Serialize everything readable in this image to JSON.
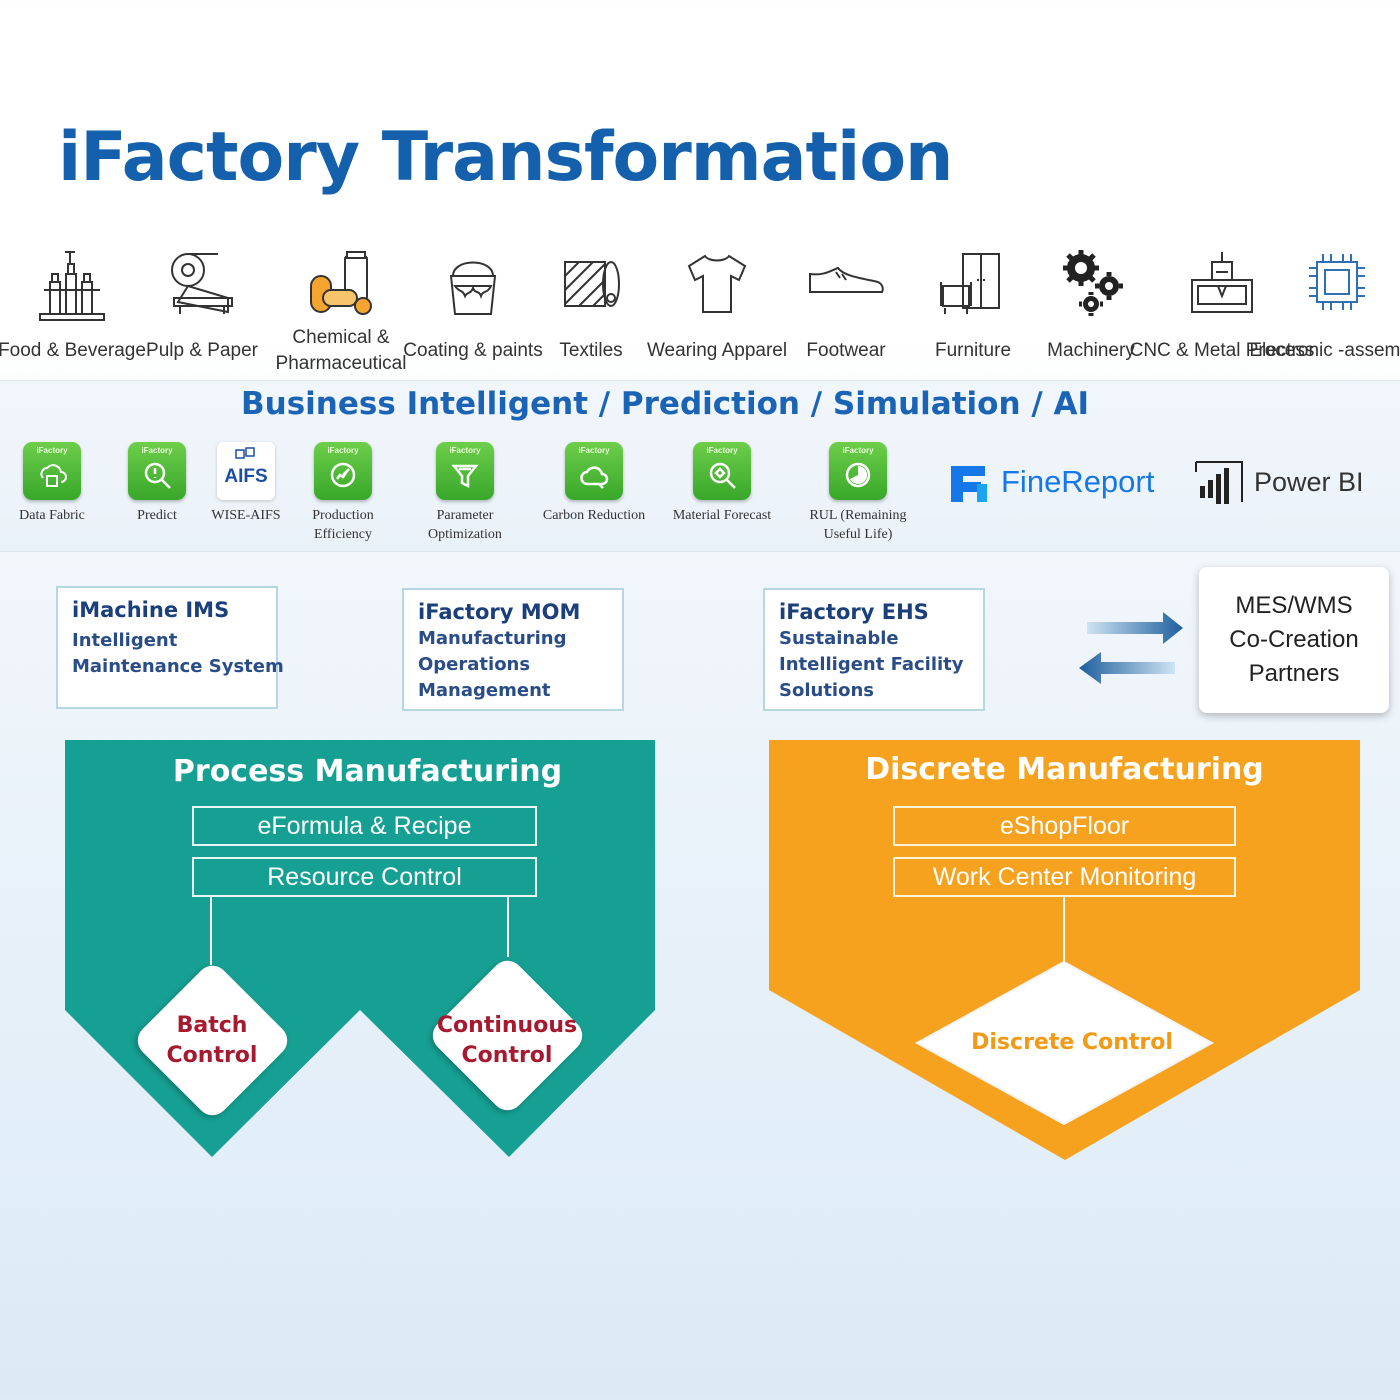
{
  "title": "iFactory Transformation",
  "industries": [
    {
      "label": "Food & Beverage",
      "icon": "bottles-icon"
    },
    {
      "label": "Pulp & Paper",
      "icon": "paper-roll-icon"
    },
    {
      "label": "Chemical & Pharmaceutical",
      "icon": "pills-icon"
    },
    {
      "label": "Coating & paints",
      "icon": "paint-bucket-icon"
    },
    {
      "label": "Textiles",
      "icon": "fabric-roll-icon"
    },
    {
      "label": "Wearing Apparel",
      "icon": "tshirt-icon"
    },
    {
      "label": "Footwear",
      "icon": "shoe-icon"
    },
    {
      "label": "Furniture",
      "icon": "furniture-icon"
    },
    {
      "label": "Machinery",
      "icon": "gears-icon"
    },
    {
      "label": "CNC & Metal Process",
      "icon": "cnc-machine-icon"
    },
    {
      "label": "Electronic -assembly",
      "icon": "chip-icon"
    }
  ],
  "bi": {
    "title": "Business Intelligent / Prediction / Simulation / AI",
    "icon_tag": "iFactory",
    "apps": [
      {
        "label": "Data Fabric",
        "icon": "data-fabric-icon"
      },
      {
        "label": "Predict",
        "icon": "predict-icon"
      },
      {
        "label": "WISE-AIFS",
        "icon": "aifs-icon",
        "badge": "AIFS"
      },
      {
        "label": "Production Efficiency",
        "icon": "efficiency-icon"
      },
      {
        "label": "Parameter Optimization",
        "icon": "parameter-icon"
      },
      {
        "label": "Carbon Reduction",
        "icon": "carbon-icon"
      },
      {
        "label": "Material Forecast",
        "icon": "material-icon"
      },
      {
        "label": "RUL (Remaining Useful Life)",
        "icon": "rul-icon"
      }
    ],
    "brands": [
      {
        "label": "FineReport",
        "icon": "finereport-logo",
        "color": "#1677e8"
      },
      {
        "label": "Power BI",
        "icon": "powerbi-logo",
        "color": "#333333"
      }
    ]
  },
  "systems": [
    {
      "title": "iMachine IMS",
      "lines": [
        "Intelligent",
        "Maintenance System"
      ]
    },
    {
      "title": "iFactory MOM",
      "lines": [
        "Manufacturing",
        "Operations",
        "Management"
      ]
    },
    {
      "title": "iFactory EHS",
      "lines": [
        "Sustainable",
        "Intelligent Facility",
        "Solutions"
      ]
    }
  ],
  "partners": {
    "lines": [
      "MES/WMS",
      "Co-Creation",
      "Partners"
    ]
  },
  "process": {
    "title": "Process Manufacturing",
    "boxes": [
      "eFormula & Recipe",
      "Resource Control"
    ],
    "controls": [
      [
        "Batch",
        "Control"
      ],
      [
        "Continuous",
        "Control"
      ]
    ],
    "color": "#16a093"
  },
  "discrete": {
    "title": "Discrete Manufacturing",
    "boxes": [
      "eShopFloor",
      "Work Center Monitoring"
    ],
    "control": "Discrete Control",
    "color": "#f7a21e"
  },
  "colors": {
    "title": "#1560ac",
    "control_text": "#a6192e",
    "discrete_text": "#f29a14"
  }
}
